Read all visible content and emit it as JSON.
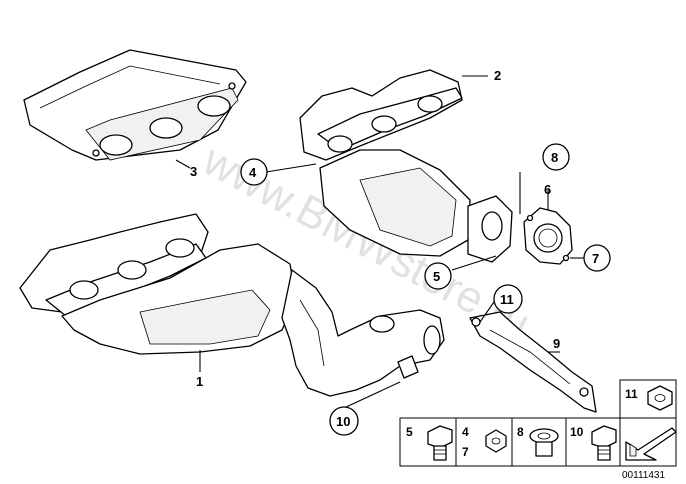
{
  "diagram": {
    "callouts": {
      "c1": "1",
      "c2": "2",
      "c3": "3",
      "c4": "4",
      "c5": "5",
      "c6": "6",
      "c7": "7",
      "c8": "8",
      "c9": "9",
      "c10": "10",
      "c11": "11"
    },
    "watermark": "www.BMWstore.ru",
    "legend": {
      "cell_a": "5",
      "cell_b_top": "4",
      "cell_b_bottom": "7",
      "cell_c": "8",
      "cell_d": "10",
      "cell_e": "11"
    },
    "doc_id": "00111431"
  }
}
